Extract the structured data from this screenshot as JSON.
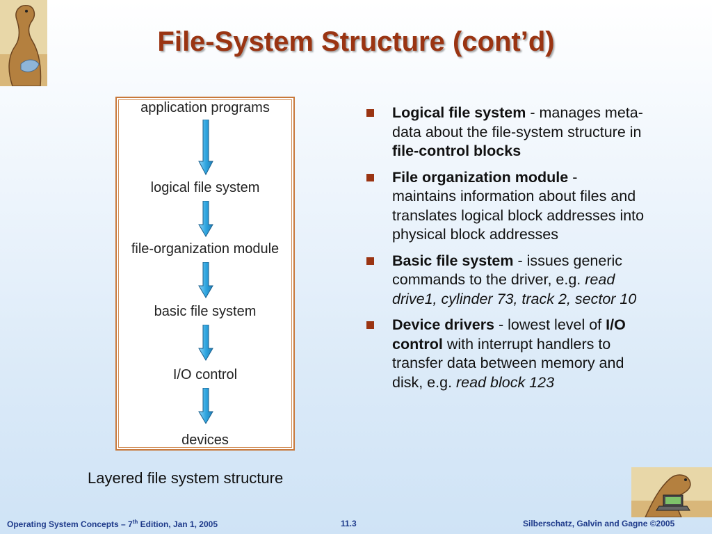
{
  "slide": {
    "title": "File-System Structure (cont’d)",
    "diagram": {
      "layers": [
        "application programs",
        "logical file system",
        "file-organization module",
        "basic file system",
        "I/O control",
        "devices"
      ],
      "caption": "Layered file system structure"
    },
    "bullets": [
      {
        "parts": [
          {
            "t": "Logical file system",
            "s": "b"
          },
          {
            "t": " - manages meta-data about the file-system structure in ",
            "s": "n"
          },
          {
            "t": "file-control blocks",
            "s": "b"
          }
        ]
      },
      {
        "parts": [
          {
            "t": "File organization module",
            "s": "b"
          },
          {
            "t": " - maintains information about files and translates logical block addresses into physical block addresses",
            "s": "n"
          }
        ]
      },
      {
        "parts": [
          {
            "t": "Basic file system",
            "s": "b"
          },
          {
            "t": " - issues generic commands to the driver, e.g. ",
            "s": "n"
          },
          {
            "t": "read drive1, cylinder 73, track 2, sector 10",
            "s": "i"
          }
        ]
      },
      {
        "parts": [
          {
            "t": "Device drivers",
            "s": "b"
          },
          {
            "t": " - lowest level of ",
            "s": "n"
          },
          {
            "t": "I/O control",
            "s": "b"
          },
          {
            "t": " with interrupt handlers to transfer data between memory and disk, e.g. ",
            "s": "n"
          },
          {
            "t": "read block 123",
            "s": "i"
          }
        ]
      }
    ],
    "footer": {
      "left_pre": "Operating System Concepts – 7",
      "left_sup": "th",
      "left_post": " Edition, Jan 1, 2005",
      "center": "11.3",
      "right": "Silberschatz, Galvin and Gagne ©2005"
    },
    "colors": {
      "title": "#9a3412",
      "bullet_marker": "#9a3412",
      "frame_border": "#c8783a",
      "arrow_fill": "#2fa6e0",
      "footer_text": "#1e3a8a"
    },
    "icons": [
      "dinosaur-illustration-top",
      "dinosaur-laptop-illustration-bottom",
      "arrow-down-icon"
    ]
  }
}
